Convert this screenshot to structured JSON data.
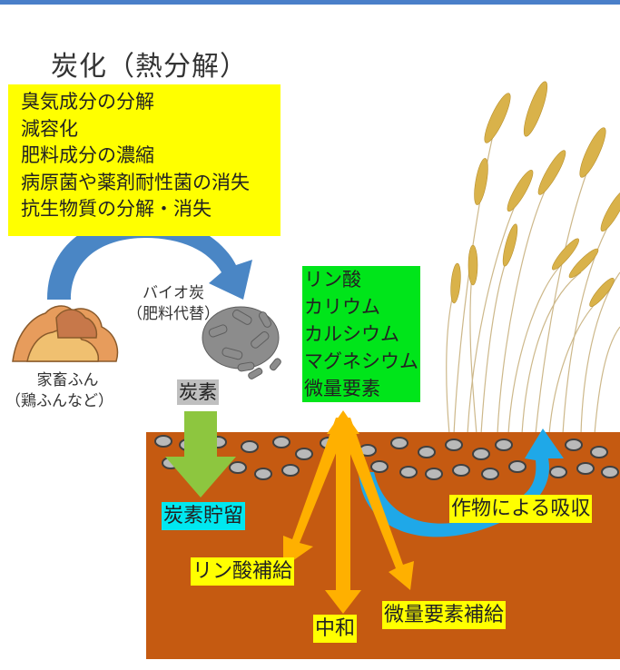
{
  "title": "炭化（熱分解）",
  "carbonization_effects": [
    "臭気成分の分解",
    "減容化",
    "肥料成分の濃縮",
    "病原菌や薬剤耐性菌の消失",
    "抗生物質の分解・消失"
  ],
  "manure_label": [
    "家畜ふん",
    "（鶏ふんなど）"
  ],
  "biochar_label": [
    "バイオ炭",
    "（肥料代替）"
  ],
  "carbon_label": "炭素",
  "nutrients": [
    "リン酸",
    "カリウム",
    "カルシウム",
    "マグネシウム",
    "微量要素"
  ],
  "soil_labels": {
    "carbon_storage": "炭素貯留",
    "phosphate_supply": "リン酸補給",
    "neutralization": "中和",
    "trace_supply": "微量要素補給",
    "crop_uptake": "作物による吸収"
  },
  "colors": {
    "title_bar": "#4a7fc9",
    "effects_box": "#ffff00",
    "nutrients_box": "#00e51a",
    "soil": "#c55a11",
    "blue_arrow": "#4a86c5",
    "green_arrow": "#8dc63f",
    "orange_arrow": "#ffb000",
    "cyan_arrow": "#1fa8e8"
  }
}
